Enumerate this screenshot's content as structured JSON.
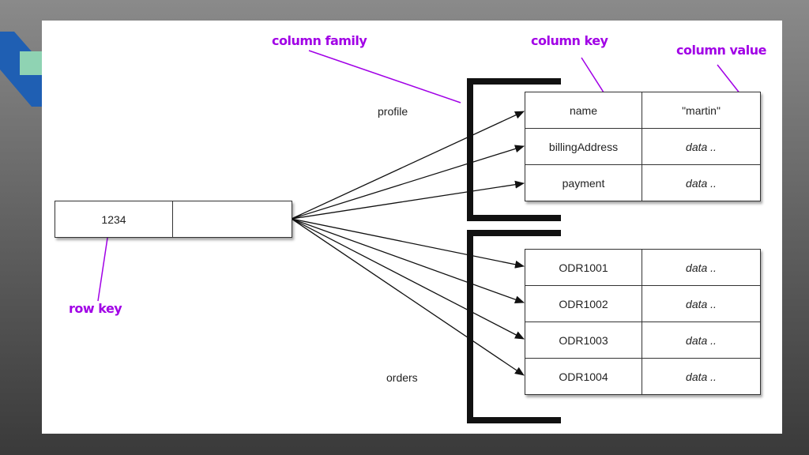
{
  "row": {
    "key_value": "1234"
  },
  "annotations": {
    "column_family": "column family",
    "column_key": "column key",
    "column_value": "column value",
    "row_key": "row key"
  },
  "families": [
    {
      "name": "profile",
      "columns": [
        {
          "key": "name",
          "value": "\"martin\""
        },
        {
          "key": "billingAddress",
          "value": "data .."
        },
        {
          "key": "payment",
          "value": "data .."
        }
      ]
    },
    {
      "name": "orders",
      "columns": [
        {
          "key": "ODR1001",
          "value": "data .."
        },
        {
          "key": "ODR1002",
          "value": "data .."
        },
        {
          "key": "ODR1003",
          "value": "data .."
        },
        {
          "key": "ODR1004",
          "value": "data .."
        }
      ]
    }
  ],
  "colors": {
    "annotation": "#a100e6",
    "stroke": "#111111"
  }
}
